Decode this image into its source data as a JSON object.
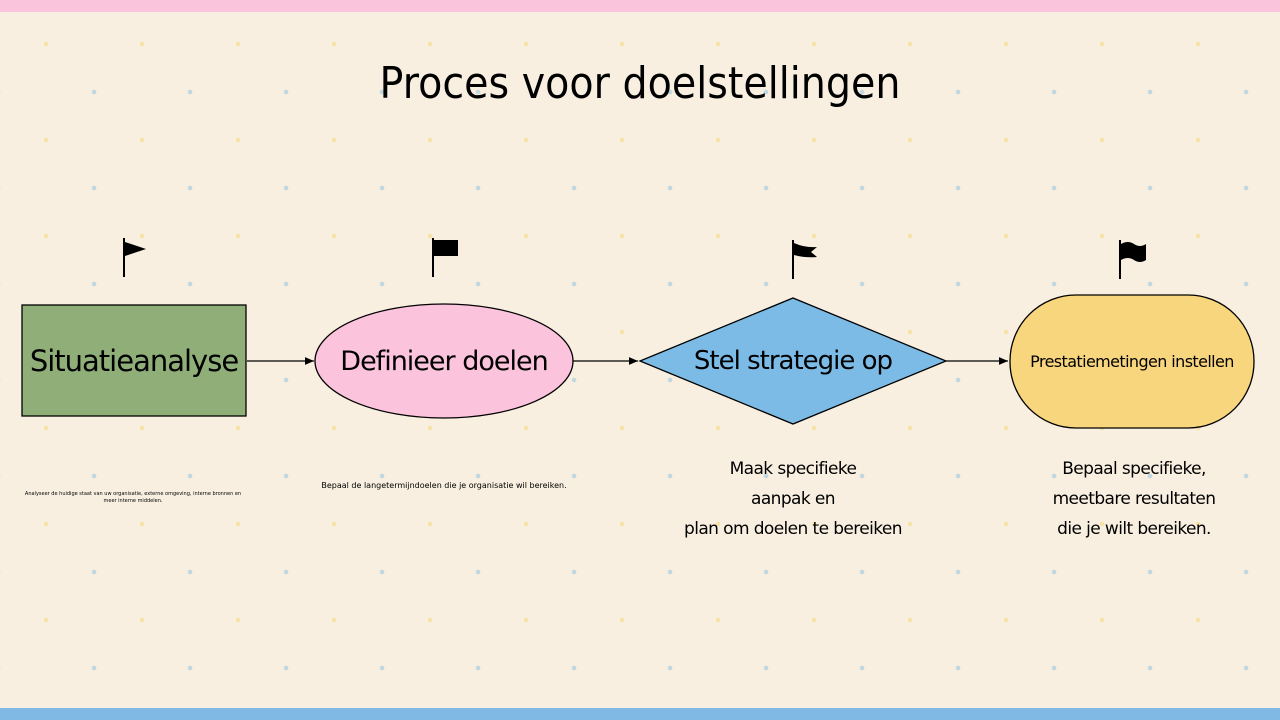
{
  "title": "Proces voor doelstellingen",
  "colors": {
    "background": "#f8efe1",
    "top_bar": "#f9c4dc",
    "bottom_bar": "#7fb9e4",
    "step1_fill": "#8fae78",
    "step2_fill": "#fbc3dc",
    "step3_fill": "#7dbbe7",
    "step4_fill": "#f8d67e"
  },
  "steps": [
    {
      "label": "Situatieanalyse",
      "shape": "rectangle",
      "icon": "flag-icon",
      "description": "Analyseer de huidige staat van uw organisatie, externe omgeving, interne bronnen en meer interne middelen."
    },
    {
      "label": "Definieer doelen",
      "shape": "ellipse",
      "icon": "flag-icon",
      "description": "Bepaal de langetermijndoelen die je organisatie wil bereiken."
    },
    {
      "label": "Stel strategie op",
      "shape": "diamond",
      "icon": "flag-icon",
      "description": "Maak specifieke\naanpak en\nplan om doelen te bereiken"
    },
    {
      "label": "Prestatiemetingen instellen",
      "shape": "stadium",
      "icon": "flag-icon",
      "description": "Bepaal specifieke,\nmeetbare resultaten\ndie je wilt bereiken."
    }
  ]
}
